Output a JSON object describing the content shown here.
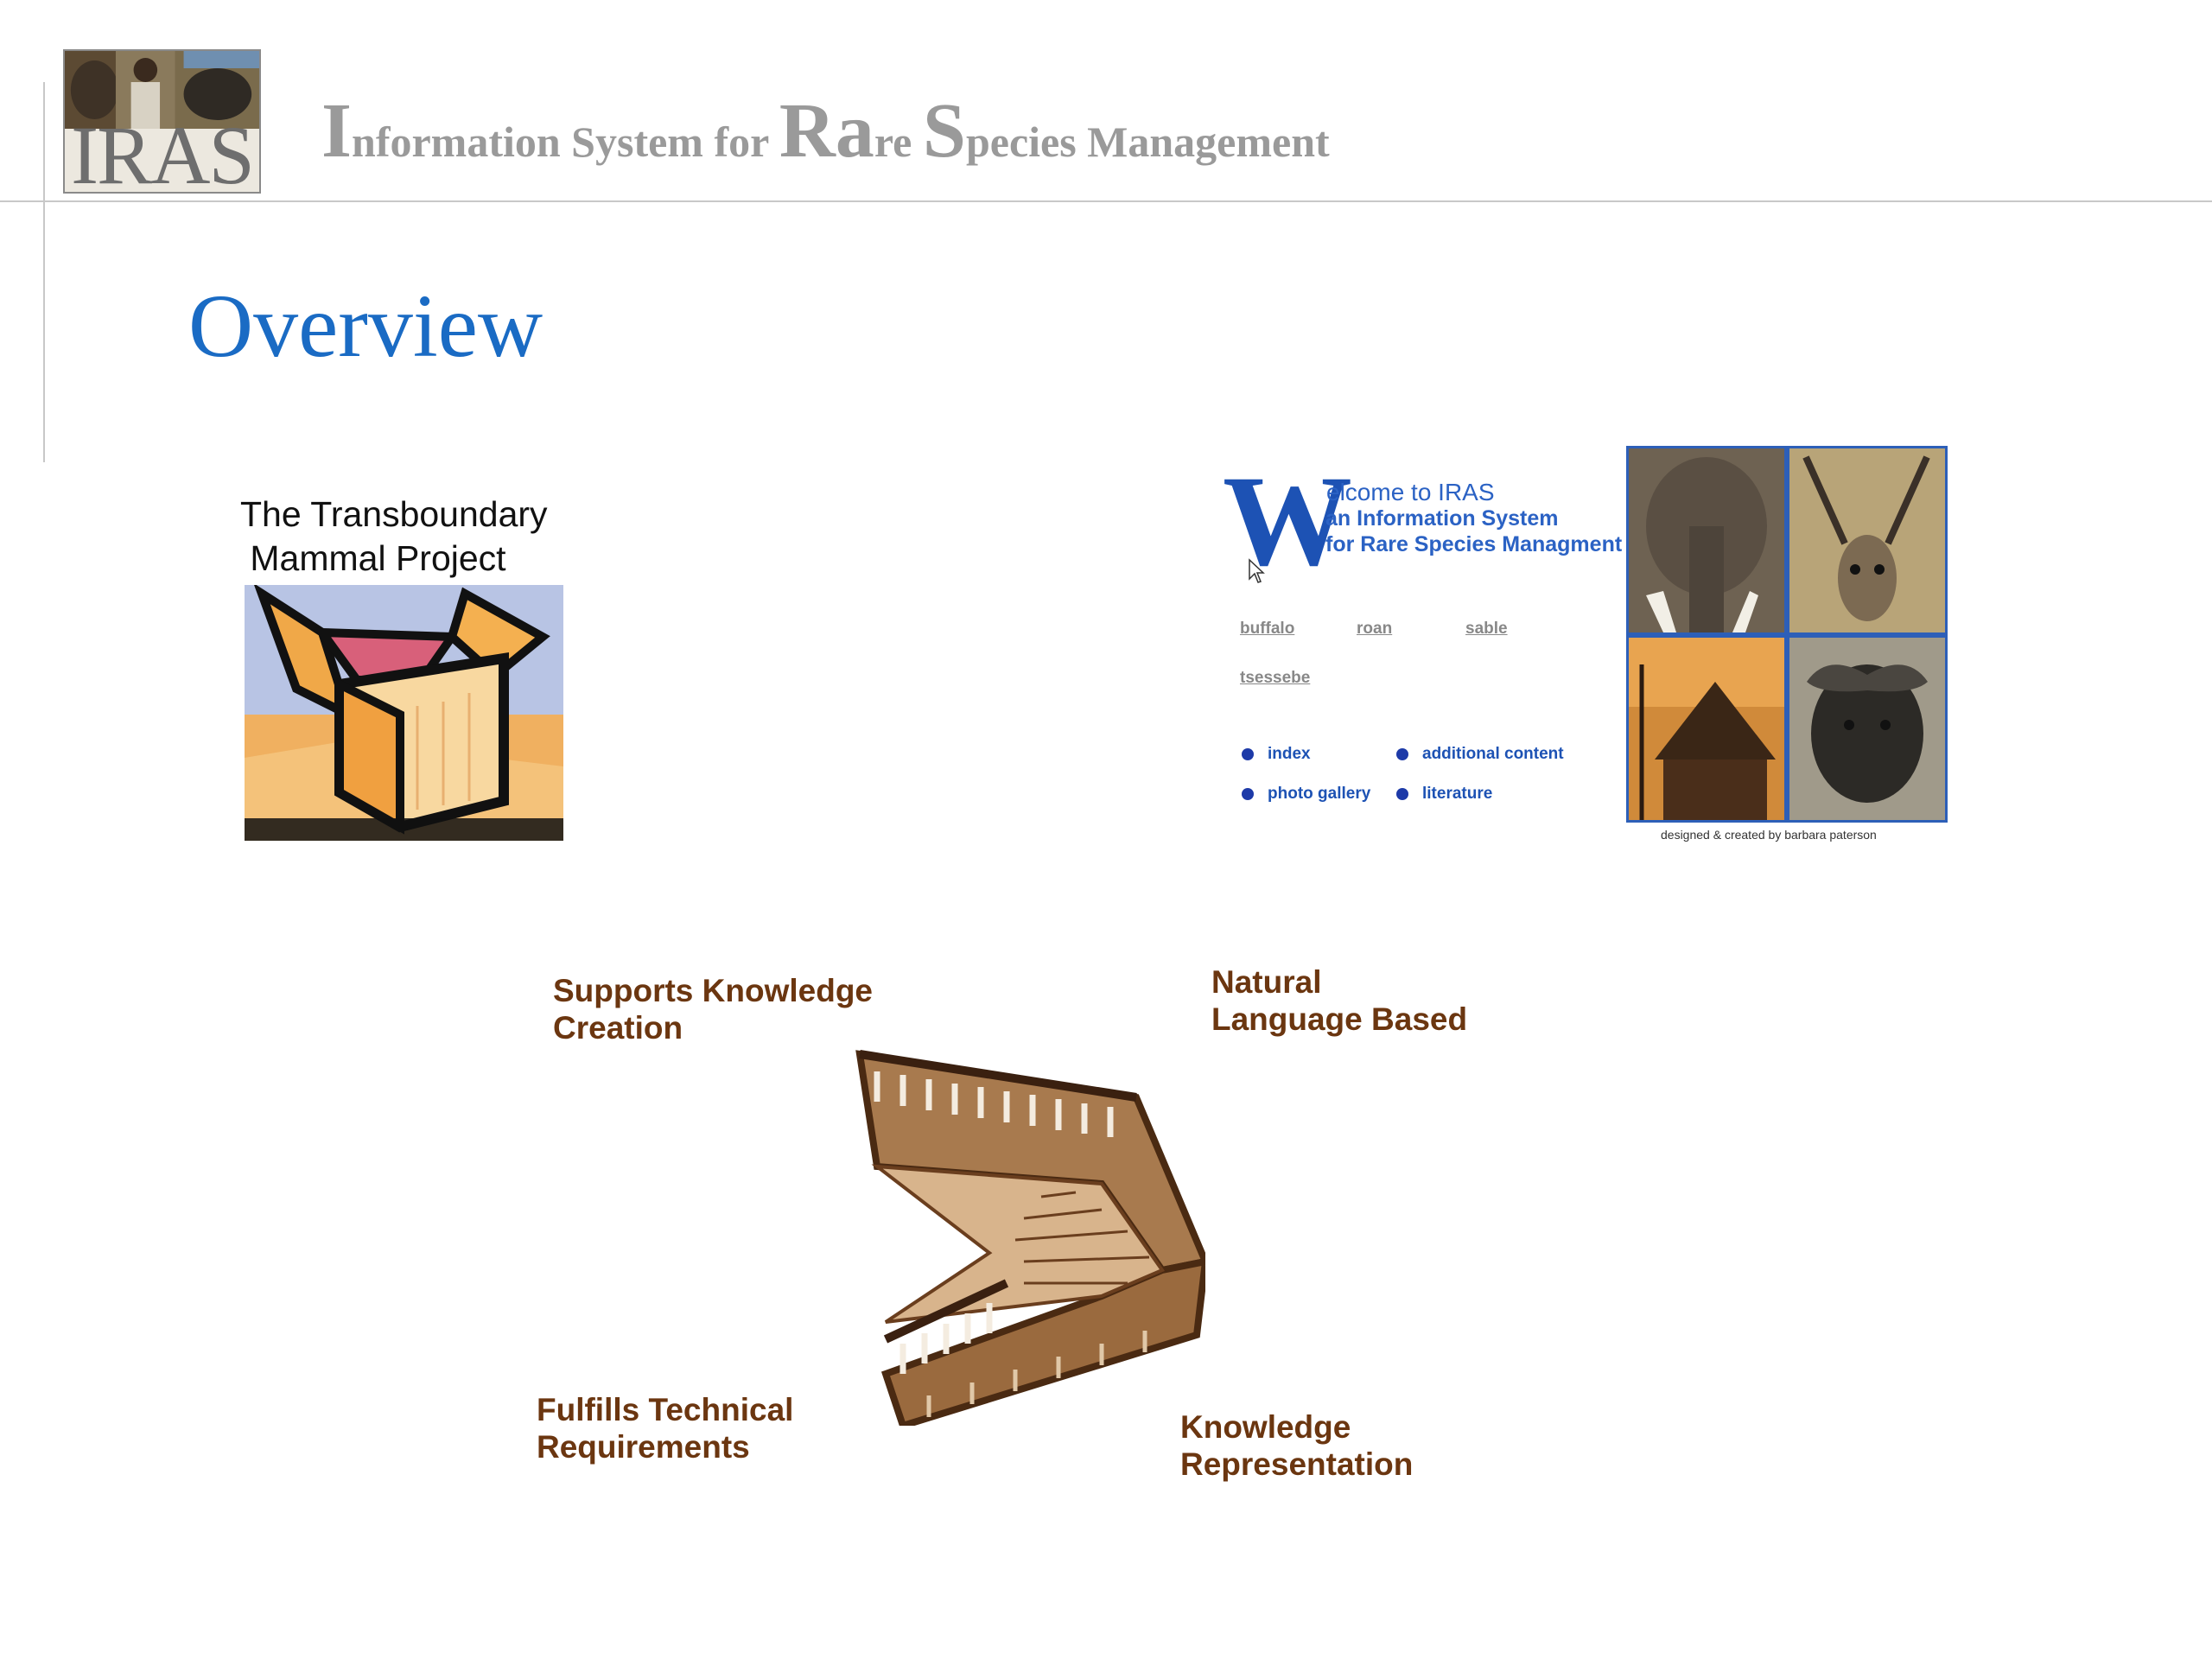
{
  "header": {
    "logo_text": "IRAS",
    "title_parts": [
      {
        "text": "I",
        "big": true
      },
      {
        "text": "nformation System for ",
        "big": false
      },
      {
        "text": "Ra",
        "big": true
      },
      {
        "text": "re ",
        "big": false
      },
      {
        "text": "S",
        "big": true
      },
      {
        "text": "pecies Management",
        "big": false
      }
    ]
  },
  "page_title": "Overview",
  "transboundary": {
    "caption": "The Transboundary\n Mammal Project"
  },
  "site": {
    "w_letter": "W",
    "welcome": "elcome to IRAS",
    "subtitle_1": "an Information System",
    "subtitle_2": "for Rare Species Managment",
    "species_links": [
      "buffalo",
      "roan",
      "sable",
      "tsessebe"
    ],
    "nav": [
      "index",
      "additional content",
      "photo gallery",
      "literature"
    ],
    "credit": "designed & created by barbara paterson",
    "nav_dot_color": "#1d3aa8"
  },
  "staircase": {
    "supports": "Supports Knowledge\nCreation",
    "natural": "Natural\nLanguage Based",
    "fulfills": "Fulfills Technical\nRequirements",
    "knowledge": "Knowledge\nRepresentation"
  },
  "colors": {
    "title_blue": "#1a6bc4",
    "label_brown": "#6b3610",
    "header_gray": "#9a9a9a"
  }
}
